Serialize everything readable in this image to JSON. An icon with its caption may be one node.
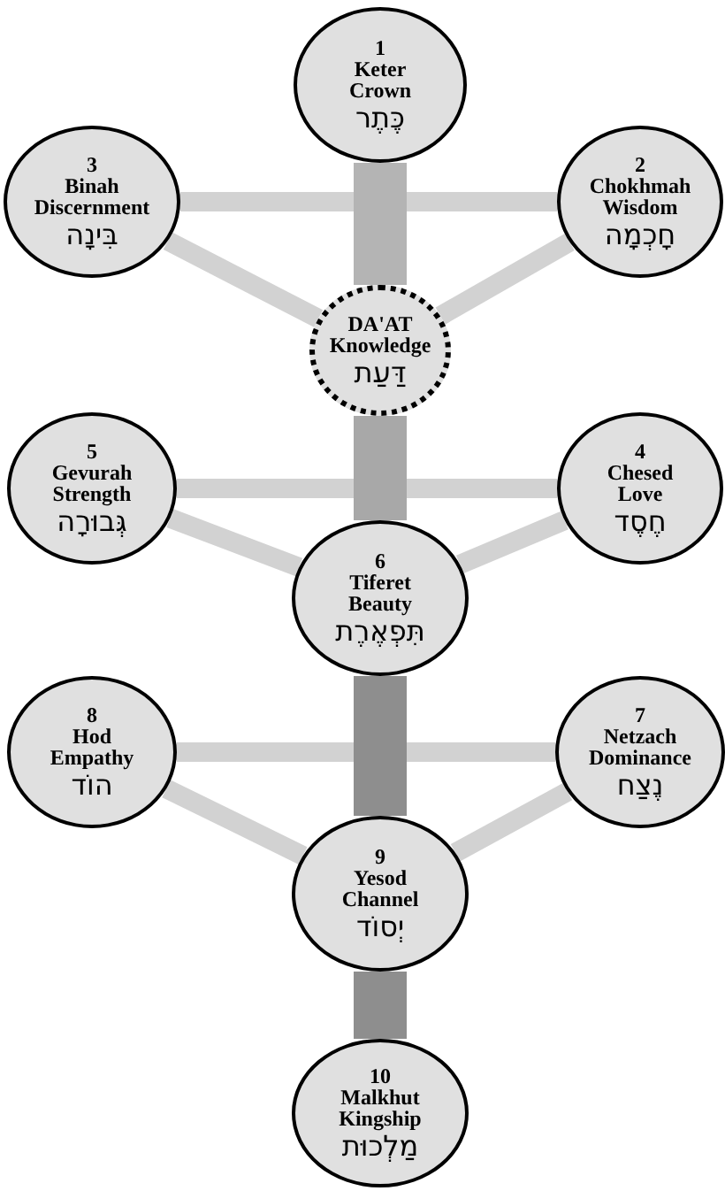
{
  "diagram": {
    "nodes": [
      {
        "text": [
          "1",
          "Keter",
          "Crown",
          "כֶּתֶר"
        ]
      },
      {
        "text": [
          "3",
          "Binah",
          "Discernment",
          "בִּינָה"
        ]
      },
      {
        "text": [
          "2",
          "Chokhmah",
          "Wisdom",
          "חָכְמָה"
        ]
      },
      {
        "text": [
          "DA'AT",
          "Knowledge",
          "דַּעַת"
        ]
      },
      {
        "text": [
          "5",
          "Gevurah",
          "Strength",
          "גְּבוּרָה"
        ]
      },
      {
        "text": [
          "4",
          "Chesed",
          "Love",
          "חֶסֶד"
        ]
      },
      {
        "text": [
          "6",
          "Tiferet",
          "Beauty",
          "תִּפְאֶרֶת"
        ]
      },
      {
        "text": [
          "8",
          "Hod",
          "Empathy",
          "הוֹד"
        ]
      },
      {
        "text": [
          "7",
          "Netzach",
          "Dominance",
          "נֶצַח"
        ]
      },
      {
        "text": [
          "9",
          "Yesod",
          "Channel",
          "יְסוֹד"
        ]
      },
      {
        "text": [
          "10",
          "Malkhut",
          "Kingship",
          "מַלְכוּת"
        ]
      }
    ],
    "edges": [
      {
        "from": 1,
        "to": 2,
        "arrow": "none"
      },
      {
        "from": 1,
        "to": 3,
        "arrow": "none"
      },
      {
        "from": 2,
        "to": 3,
        "arrow": "none"
      },
      {
        "from": 4,
        "to": 5,
        "arrow": "none"
      },
      {
        "from": 4,
        "to": 6,
        "arrow": "none"
      },
      {
        "from": 5,
        "to": 6,
        "arrow": "none"
      },
      {
        "from": 7,
        "to": 8,
        "arrow": "none"
      },
      {
        "from": 7,
        "to": 9,
        "arrow": "none"
      },
      {
        "from": 8,
        "to": 9,
        "arrow": "none"
      },
      {
        "from": 0,
        "to": 3,
        "arrow": "none",
        "style": "thick",
        "color": "#b4b4b4"
      },
      {
        "from": 3,
        "to": 6,
        "arrow": "none",
        "style": "thick",
        "color": "#a8a8a8"
      },
      {
        "from": 6,
        "to": 9,
        "arrow": "none",
        "style": "thick",
        "color": "#8e8e8e"
      },
      {
        "from": 9,
        "to": 10,
        "arrow": "none",
        "style": "thick",
        "color": "#8e8e8e"
      }
    ]
  }
}
